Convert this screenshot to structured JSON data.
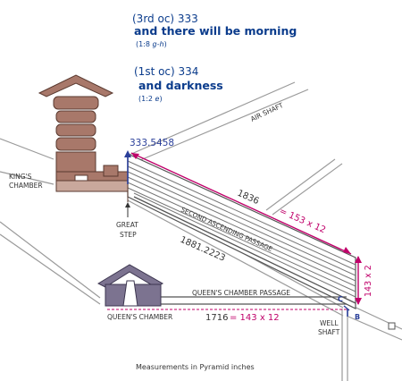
{
  "header": {
    "ref1": "(3rd oc) 333",
    "line1": "and there will be morning",
    "cite1_a": "(1:8 ",
    "cite1_b": "g-h",
    "cite1_c": ")",
    "ref2": "(1st oc) 334",
    "line2": "and darkness",
    "cite2_a": "(1:2 ",
    "cite2_b": "e",
    "cite2_c": ")"
  },
  "labels": {
    "air_shaft": "AIR SHAFT",
    "kings_chamber_1": "KING'S",
    "kings_chamber_2": "CHAMBER",
    "great_step_1": "GREAT",
    "great_step_2": "STEP",
    "second_ascending_passage": "SECOND  ASCENDING  PASSAGE",
    "queens_chamber_passage": "QUEEN'S CHAMBER PASSAGE",
    "queens_chamber": "QUEEN'S CHAMBER",
    "well_shaft_1": "WELL",
    "well_shaft_2": "SHAFT",
    "point_b": "B",
    "point_c": "C",
    "footer": "Measurements in Pyramid inches"
  },
  "measurements": {
    "vertical": "333.5458",
    "gallery_length": "1836",
    "gallery_formula": "= 153 x 12",
    "passage_length": "1881.2223",
    "height": "143 x 2",
    "queens_length": "1716",
    "queens_formula": "= 143 x 12"
  },
  "colors": {
    "title_blue": "#0b3c8c",
    "magenta": "#c0006a",
    "step_blue": "#2a3f9a",
    "kings_fill": "#a8786a",
    "queens_fill": "#7c7390",
    "line_gray": "#9a9a9a",
    "dark": "#333333"
  }
}
